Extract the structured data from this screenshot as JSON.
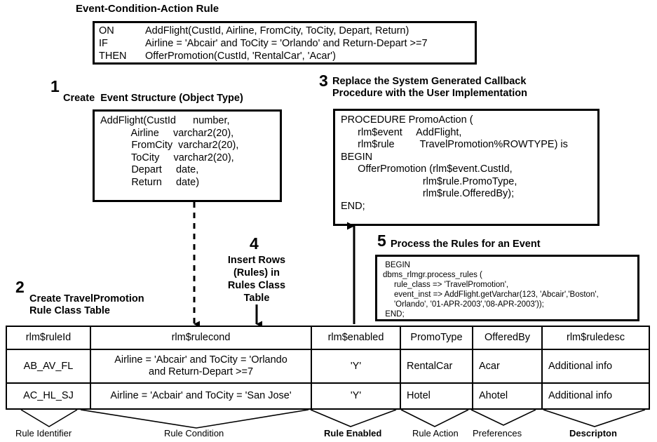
{
  "diagram": {
    "title": "Event-Condition-Action Rule",
    "eca_rule": {
      "lines": [
        {
          "keyword": "ON",
          "text": "AddFlight(CustId, Airline, FromCity, ToCity, Depart, Return)"
        },
        {
          "keyword": "IF",
          "text": "Airline = 'Abcair' and ToCity = 'Orlando' and Return-Depart >=7"
        },
        {
          "keyword": "THEN",
          "text": "OfferPromotion(CustId, 'RentalCar', 'Acar')"
        }
      ]
    },
    "steps": [
      {
        "number": "1",
        "title": "Create  Event Structure (Object Type)",
        "code": "AddFlight(CustId      number,\n           Airline     varchar2(20),\n           FromCity  varchar2(20),\n           ToCity     varchar2(20),\n           Depart     date,\n           Return     date)"
      },
      {
        "number": "2",
        "title": "Create TravelPromotion\nRule Class Table"
      },
      {
        "number": "3",
        "title": "Replace the System Generated Callback\nProcedure with the User Implementation",
        "code": "PROCEDURE PromoAction (\n      rlm$event     AddFlight,\n      rlm$rule         TravelPromotion%ROWTYPE) is\nBEGIN\n      OfferPromotion (rlm$event.CustId,\n                             rlm$rule.PromoType,\n                             rlm$rule.OfferedBy);\nEND;"
      },
      {
        "number": "4",
        "title": "Insert Rows\n(Rules) in\nRules Class\nTable"
      },
      {
        "number": "5",
        "title": "Process the Rules for an Event",
        "code": " BEGIN\ndbms_rlmgr.process_rules (\n     rule_class => 'TravelPromotion',\n     event_inst => AddFlight.getVarchar(123, 'Abcair','Boston',\n     'Orlando', '01-APR-2003','08-APR-2003'));\n END;"
      }
    ],
    "table": {
      "headers": [
        "rlm$ruleId",
        "rlm$rulecond",
        "rlm$enabled",
        "PromoType",
        "OfferedBy",
        "rlm$ruledesc"
      ],
      "rows": [
        [
          "AB_AV_FL",
          "Airline = 'Abcair' and ToCity = 'Orlando\nand Return-Depart >=7",
          "'Y'",
          "RentalCar",
          "Acar",
          "Additional info"
        ],
        [
          "AC_HL_SJ",
          "Airline = 'Acbair' and ToCity = 'San Jose'",
          "'Y'",
          "Hotel",
          "Ahotel",
          "Additional info"
        ]
      ]
    },
    "bottom_labels": [
      {
        "text": "Rule Identifier",
        "bold": false
      },
      {
        "text": "Rule Condition",
        "bold": false
      },
      {
        "text": "Rule Enabled",
        "bold": true
      },
      {
        "text": "Rule Action",
        "bold": false
      },
      {
        "text": "Preferences",
        "bold": false
      },
      {
        "text": "Descripton",
        "bold": true
      }
    ]
  }
}
